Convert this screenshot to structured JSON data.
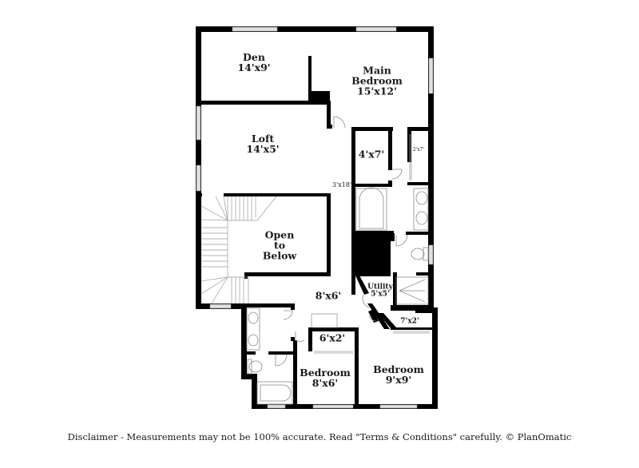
{
  "floorplan": {
    "rooms": [
      {
        "id": "den",
        "name": "Den",
        "dims": "14'x9'"
      },
      {
        "id": "main-bedroom",
        "name": "Main Bedroom",
        "name_line1": "Main",
        "name_line2": "Bedroom",
        "dims": "15'x12'"
      },
      {
        "id": "loft",
        "name": "Loft",
        "dims": "14'x5'"
      },
      {
        "id": "walk-in-closet",
        "name": "",
        "dims": "4'x7'"
      },
      {
        "id": "main-closet-2",
        "name": "",
        "dims": "2'x7'"
      },
      {
        "id": "hallway",
        "name": "",
        "dims": "3'x18'"
      },
      {
        "id": "open-to-below",
        "name": "Open to Below",
        "name_line1": "Open",
        "name_line2": "to",
        "name_line3": "Below",
        "dims": ""
      },
      {
        "id": "landing",
        "name": "",
        "dims": "8'x6'"
      },
      {
        "id": "utility",
        "name": "Utility",
        "dims": "5'x5'"
      },
      {
        "id": "closet-7x2",
        "name": "",
        "dims": "7'x2'"
      },
      {
        "id": "closet-6x2",
        "name": "",
        "dims": "6'x2'"
      },
      {
        "id": "bedroom-2",
        "name": "Bedroom",
        "dims": "8'x6'"
      },
      {
        "id": "bedroom-3",
        "name": "Bedroom",
        "dims": "9'x9'"
      }
    ],
    "colors": {
      "wall": "#000000",
      "window": "#d9d9d9",
      "fixture_line": "#8a8a8a",
      "background": "#ffffff",
      "text": "#1a1a1a"
    }
  },
  "footer": {
    "disclaimer": "Disclaimer - Measurements may not be 100% accurate. Read \"Terms & Conditions\" carefully. © PlanOmatic"
  }
}
